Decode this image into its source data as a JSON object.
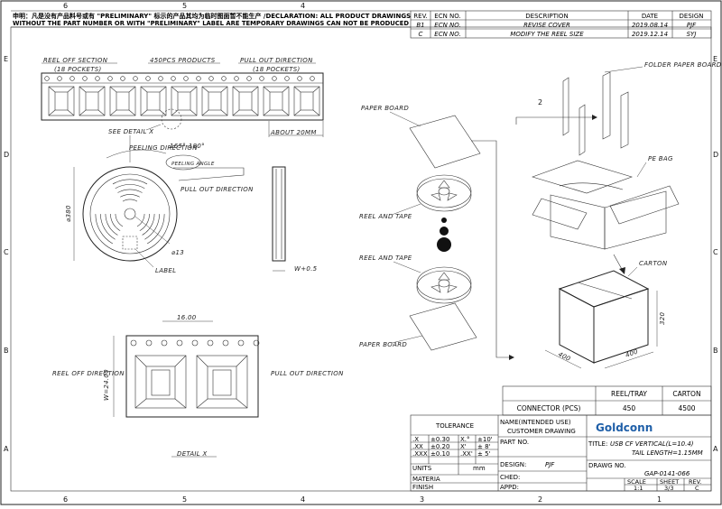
{
  "note": {
    "line1_cn": "申明：凡是没有产品料号或有",
    "line1_q": "\"PRELIMINARY\"",
    "line1_cn2": "标示的产品其均为临时图面暂不能生产",
    "line1_en": "/DECLARATION: ALL PRODUCT DRAWINGS",
    "line2": "WITHOUT THE PART NUMBER OR WITH \"PRELIMINARY\" LABEL ARE TEMPORARY DRAWINGS CAN NOT BE PRODUCED"
  },
  "zones": {
    "cols": [
      "6",
      "5",
      "4",
      "3",
      "2",
      "1"
    ],
    "rows": [
      "E",
      "D",
      "C",
      "B",
      "A"
    ]
  },
  "revisions": {
    "headers": [
      "REV.",
      "ECN NO.",
      "DESCRIPTION",
      "DATE",
      "DESIGN"
    ],
    "rows": [
      {
        "rev": "B1",
        "ecn": "ECN NO.",
        "desc": "REVISE COVER",
        "date": "2019.08.14",
        "design": "PJF"
      },
      {
        "rev": "C",
        "ecn": "ECN NO.",
        "desc": "MODIFY THE REEL SIZE",
        "date": "2019.12.14",
        "design": "SYJ"
      }
    ]
  },
  "tape": {
    "reel_off_section": "REEL OFF SECTION",
    "reel_off_pockets": "(18 POCKETS)",
    "products": "450PCS PRODUCTS",
    "pull_out": "PULL OUT DIRECTION",
    "pull_out_pockets": "(18 POCKETS)",
    "see_detail": "SEE DETAIL X",
    "about": "ABOUT 20MM"
  },
  "reel": {
    "peeling_direction": "PEELING DIRECTION",
    "angle": "165°-180°",
    "peeling_angle": "PEELING ANGLE",
    "pull_out": "PULL OUT DIRECTION",
    "diameter": "⌀380",
    "hub": "⌀13",
    "label": "LABEL",
    "width": "W+0.5"
  },
  "detail": {
    "pitch": "16.00",
    "width": "W=24.00",
    "reel_off": "REEL OFF DIRECTION",
    "pull_out": "PULL OUT DIRECTION",
    "title": "DETAIL X"
  },
  "packing": {
    "paper_board_top": "PAPER BOARD",
    "reel_and_tape_1": "REEL AND TAPE",
    "reel_and_tape_2": "REEL AND TAPE",
    "paper_board_bottom": "PAPER BOARD",
    "folder_paper_board": "FOLDER PAPER BOARD",
    "pe_bag": "PE BAG",
    "carton": "CARTON",
    "carton_h": "320",
    "carton_w": "400",
    "carton_d": "400"
  },
  "qty": {
    "headers": [
      "REEL/TRAY",
      "CARTON"
    ],
    "row_label": "CONNECTOR (PCS)",
    "values": [
      "450",
      "4500"
    ]
  },
  "title_block": {
    "tolerance": "TOLERANCE",
    "tol_rows": [
      {
        "a": ".X",
        "b": "±0.30",
        "c": "X.°",
        "d": "±10'"
      },
      {
        "a": ".XX",
        "b": "±0.20",
        "c": "X'",
        "d": "± 8'"
      },
      {
        "a": ".XXX",
        "b": "±0.10",
        "c": ".XX'",
        "d": "± 5'"
      }
    ],
    "units_label": "UNITS",
    "units_value": "mm",
    "materia": "MATERIA",
    "finish": "FINISH",
    "name_label": "NAME(INTENDED USE)",
    "name_value": "CUSTOMER DRAWING",
    "logo": "Goldconn",
    "part_no": "PART NO.",
    "design_label": "DESIGN:",
    "design_value": "PJF",
    "ched": "CHED:",
    "appd": "APPD:",
    "title_label": "TITLE:",
    "title_line1": "USB CF VERTICAL(L=10.4)",
    "title_line2": "TAIL LENGTH=1.15MM",
    "drawg_label": "DRAWG NO.",
    "drawg_value": "GAP-0141-066",
    "scale_label": "SCALE",
    "scale_value": "1:1",
    "sheet_label": "SHEET",
    "sheet_value": "3/3",
    "rev_label": "REV.",
    "rev_value": "C"
  }
}
